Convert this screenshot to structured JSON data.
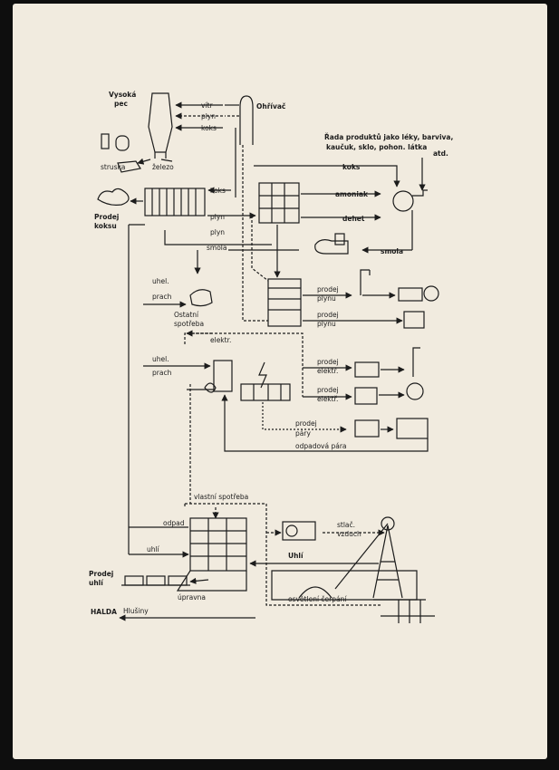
{
  "labels": {
    "vysoka_pec_1": "Vysoká",
    "vysoka_pec_2": "pec",
    "vitr": "vítr",
    "plyn_top": "plyn",
    "koks_top": "koks",
    "ohrivac": "Ohřívač",
    "strusku": "struska",
    "zelezo": "železo",
    "rada_1": "Řada produktů jako léky, barviva,",
    "rada_2": "kaučuk, sklo, pohon. látka",
    "atd": "atd.",
    "koks_main": "koks",
    "koks_left": "koks",
    "amoniak": "amoniak",
    "dehet": "dehet",
    "plyn_mid": "plyn",
    "plyn_mid2": "plyn",
    "smola_left": "smola",
    "smola_right": "smola",
    "prodej_koksu_1": "Prodej",
    "prodej_koksu_2": "koksu",
    "uhel_1": "uhel.",
    "prach_1": "prach",
    "ostatni_1": "Ostatní",
    "ostatni_2": "spotřeba",
    "prodej_plynu_a1": "prodej",
    "prodej_plynu_a2": "plynu",
    "prodej_plynu_b1": "prodej",
    "prodej_plynu_b2": "plynu",
    "elektr": "elektr.",
    "uhel_2": "uhel.",
    "prach_2": "prach",
    "prodej_elektr_a1": "prodej",
    "prodej_elektr_a2": "elektř.",
    "prodej_elektr_b1": "prodej",
    "prodej_elektr_b2": "elektř.",
    "prodej_pary_1": "prodej",
    "prodej_pary_2": "páry",
    "odpadova_para": "odpadová pára",
    "vlastni_spotreba": "vlastní spotřeba",
    "odpad": "odpad",
    "stlac_1": "stlač.",
    "stlac_2": "vzduch",
    "uhli_left": "uhlí",
    "uhli_mid": "Uhlí",
    "prodej_uhli_1": "Prodej",
    "prodej_uhli_2": "uhlí",
    "upravna": "úpravna",
    "osvetleni": "osvětlení čerpání",
    "halda": "HALDA",
    "hlusiny": "Hlušiny"
  }
}
